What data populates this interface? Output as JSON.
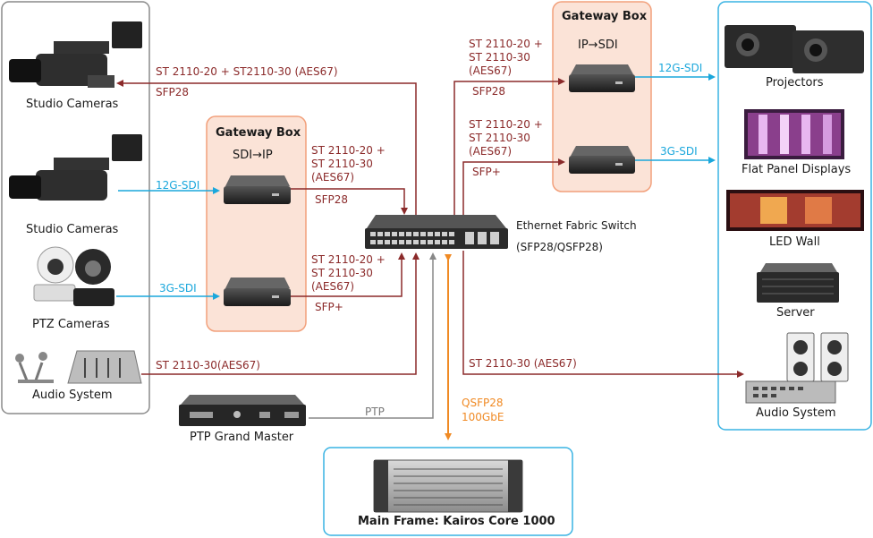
{
  "colors": {
    "red": "#8b2a2a",
    "blue": "#1aa7dc",
    "orange": "#f08a24",
    "gray": "#888888",
    "gateway_fill": "#fbe3d7",
    "gateway_border": "#f2a07b",
    "left_panel_border": "#8a8a8a",
    "right_panel_border": "#39b3e3"
  },
  "left_devices": {
    "studio_cameras_1": "Studio Cameras",
    "studio_cameras_2": "Studio Cameras",
    "ptz_cameras": "PTZ Cameras",
    "audio_system": "Audio System"
  },
  "gateway_in": {
    "title": "Gateway Box",
    "subtitle": "SDI→IP"
  },
  "gateway_out": {
    "title": "Gateway Box",
    "subtitle": "IP→SDI"
  },
  "links": {
    "cam1_signal": "ST 2110-20 + ST2110-30 (AES67)",
    "cam1_sfp": "SFP28",
    "cam2_sdi": "12G-SDI",
    "ptz_sdi": "3G-SDI",
    "gw_in_top_signal": [
      "ST 2110-20 +",
      "ST 2110-30",
      "(AES67)"
    ],
    "gw_in_top_sfp": "SFP28",
    "gw_in_bottom_signal": [
      "ST 2110-20 +",
      "ST 2110-30",
      "(AES67)"
    ],
    "gw_in_bottom_sfp": "SFP+",
    "audio_in_signal": "ST 2110-30(AES67)",
    "gw_out_top_signal": [
      "ST 2110-20 +",
      "ST 2110-30",
      "(AES67)"
    ],
    "gw_out_top_sfp": "SFP28",
    "gw_out_bottom_signal": [
      "ST 2110-20 +",
      "ST 2110-30",
      "(AES67)"
    ],
    "gw_out_bottom_sfp": "SFP+",
    "out_12g": "12G-SDI",
    "out_3g": "3G-SDI",
    "audio_out_signal": "ST 2110-30 (AES67)",
    "ptp": "PTP",
    "mainframe_link": [
      "QSFP28",
      "100GbE"
    ]
  },
  "switch": {
    "label": [
      "Ethernet Fabric Switch",
      "(SFP28/QSFP28)"
    ]
  },
  "ptp_master": "PTP Grand Master",
  "main_frame": "Main Frame: Kairos Core 1000",
  "right_devices": {
    "projectors": "Projectors",
    "flat_panels": "Flat Panel Displays",
    "led_wall": "LED Wall",
    "server": "Server",
    "audio_system": "Audio System"
  }
}
